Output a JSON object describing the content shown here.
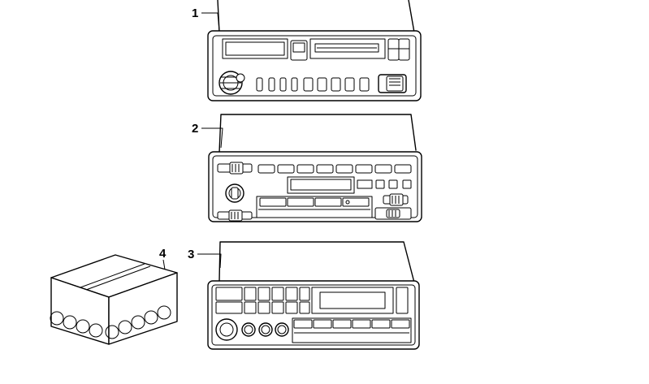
{
  "diagram": {
    "callouts": [
      {
        "id": "1",
        "label": "1"
      },
      {
        "id": "2",
        "label": "2"
      },
      {
        "id": "3",
        "label": "3"
      },
      {
        "id": "4",
        "label": "4"
      }
    ],
    "colors": {
      "background": "#ffffff",
      "line": "#000000"
    }
  }
}
